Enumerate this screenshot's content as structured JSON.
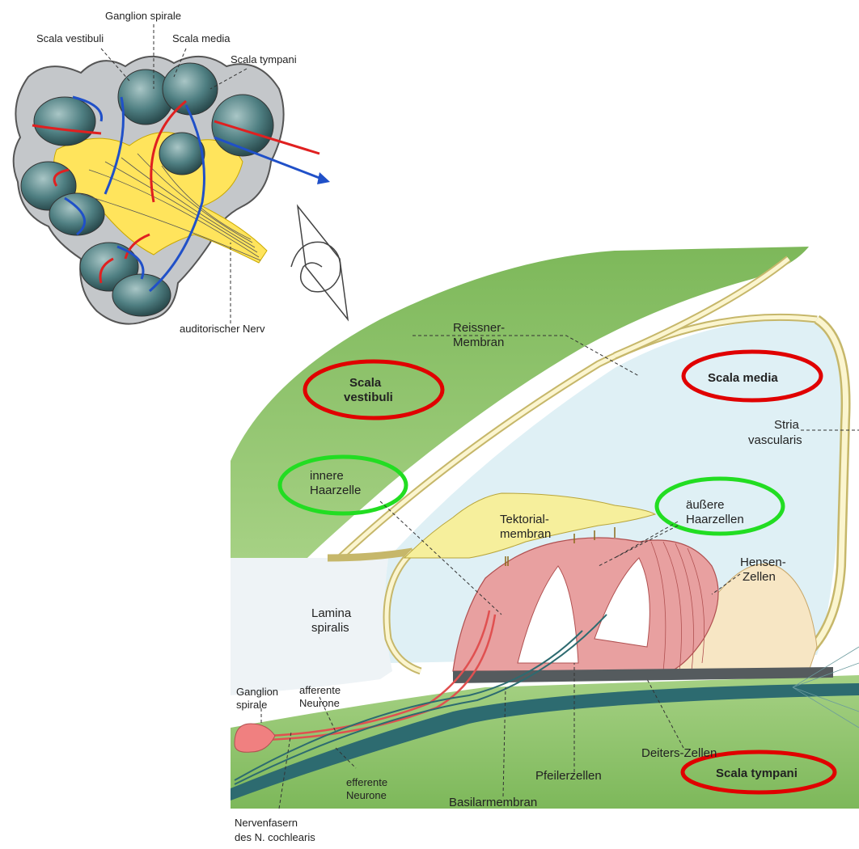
{
  "overview": {
    "labels": {
      "ganglion_spirale": "Ganglion spirale",
      "scala_vestibuli": "Scala vestibuli",
      "scala_media": "Scala media",
      "scala_tympani": "Scala tympani",
      "auditorischer_nerv": "auditorischer Nerv"
    }
  },
  "detail": {
    "labels": {
      "reissner_1": "Reissner-",
      "reissner_2": "Membran",
      "scala_vestibuli_1": "Scala",
      "scala_vestibuli_2": "vestibuli",
      "scala_media": "Scala media",
      "stria_1": "Stria",
      "stria_2": "vascularis",
      "innere_1": "innere",
      "innere_2": "Haarzelle",
      "tektorial_1": "Tektorial-",
      "tektorial_2": "membran",
      "aeussere_1": "äußere",
      "aeussere_2": "Haarzellen",
      "hensen_1": "Hensen-",
      "hensen_2": "Zellen",
      "lamina_1": "Lamina",
      "lamina_2": "spiralis",
      "ganglion_1": "Ganglion",
      "ganglion_2": "spirale",
      "afferente_1": "afferente",
      "afferente_2": "Neurone",
      "efferente_1": "efferente",
      "efferente_2": "Neurone",
      "deiters": "Deiters-Zellen",
      "pfeiler": "Pfeilerzellen",
      "scala_tympani": "Scala tympani",
      "basilar": "Basilarmembran",
      "nervenfasern_1": "Nervenfasern",
      "nervenfasern_2": "des N. cochlearis"
    },
    "highlights": {
      "red": "#e00000",
      "green": "#22dd22"
    }
  },
  "colors": {
    "green_scala": "#8dc26a",
    "light_blue": "#dff0f5",
    "yellow": "#f6ef9c",
    "pink": "#e8a0a0",
    "teal": "#2d6b70",
    "grey_bone": "#9aa0a5",
    "nerve_yellow": "#ffe45c",
    "arrow_red": "#e02020",
    "arrow_blue": "#2050c8"
  }
}
